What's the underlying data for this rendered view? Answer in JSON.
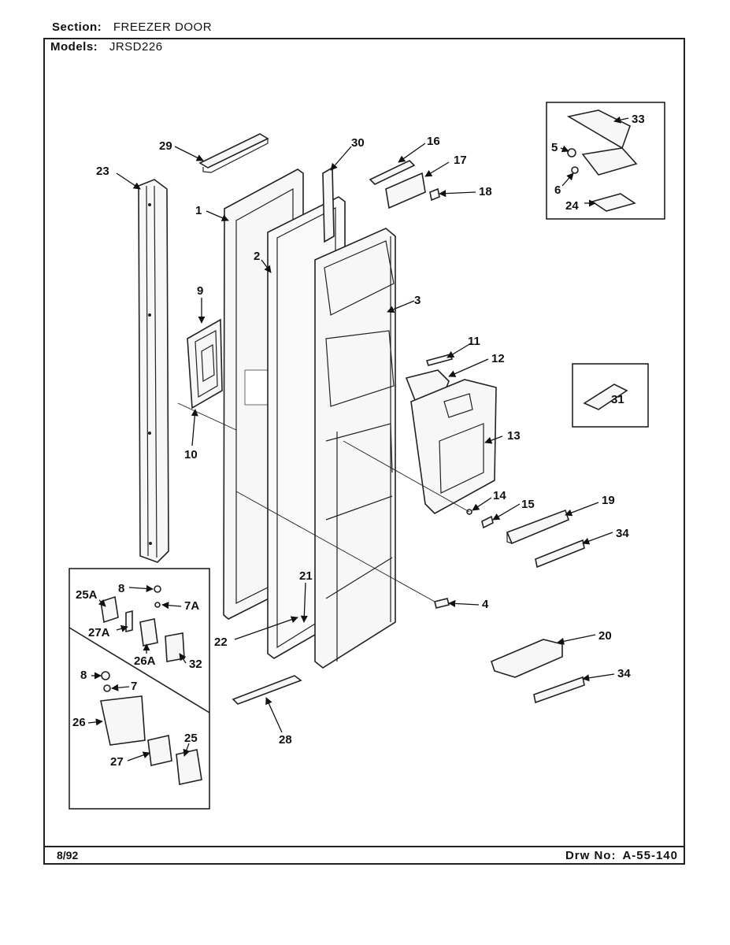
{
  "header": {
    "section_label": "Section:",
    "section_value": "FREEZER DOOR",
    "models_label": "Models:",
    "models_value": "JRSD226"
  },
  "footer": {
    "date": "8/92",
    "drawing_label": "Drw No:",
    "drawing_number": "A-55-140"
  },
  "callouts": {
    "c1": "1",
    "c2": "2",
    "c3": "3",
    "c4": "4",
    "c5": "5",
    "c6": "6",
    "c7": "7",
    "c7a": "7A",
    "c8a": "8",
    "c8b": "8",
    "c9": "9",
    "c10": "10",
    "c11": "11",
    "c12": "12",
    "c13": "13",
    "c14": "14",
    "c15": "15",
    "c16": "16",
    "c17": "17",
    "c18": "18",
    "c19": "19",
    "c20": "20",
    "c21": "21",
    "c22": "22",
    "c23": "23",
    "c24": "24",
    "c25": "25",
    "c25a": "25A",
    "c26": "26",
    "c26a": "26A",
    "c27": "27",
    "c27a": "27A",
    "c28": "28",
    "c29": "29",
    "c30": "30",
    "c31": "31",
    "c32": "32",
    "c33": "33",
    "c34a": "34",
    "c34b": "34"
  }
}
